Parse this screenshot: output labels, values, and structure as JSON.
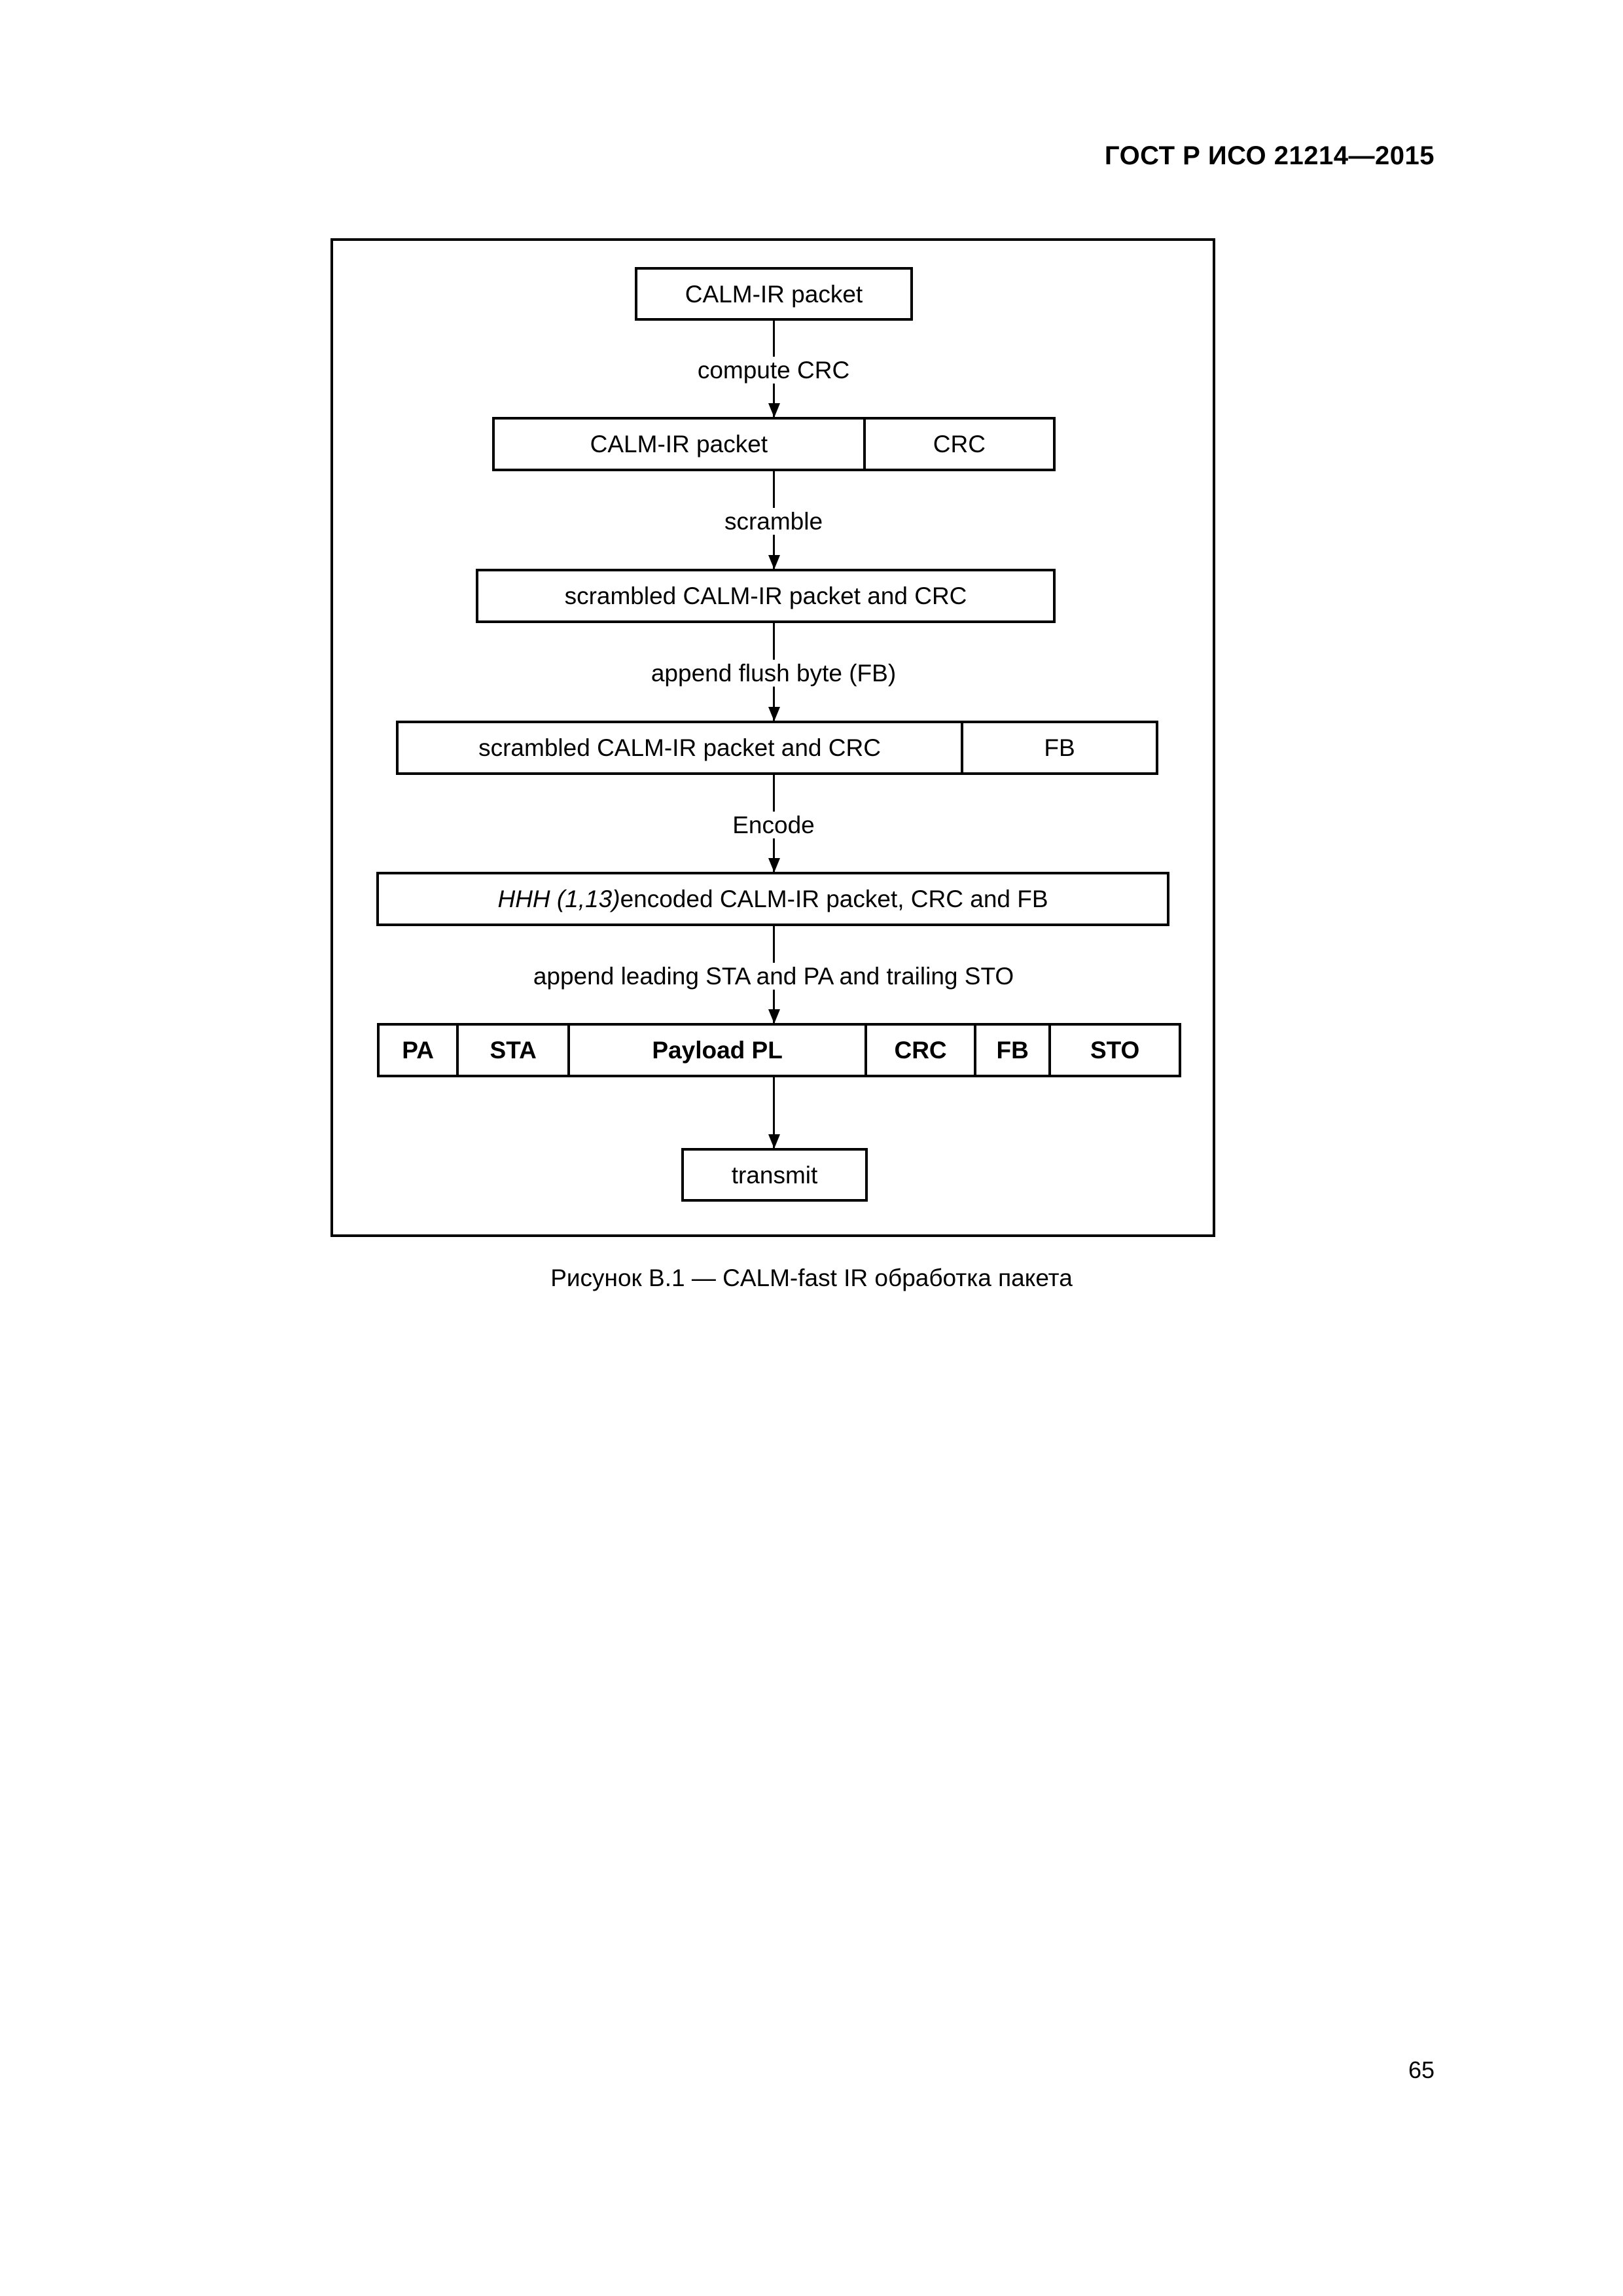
{
  "header": {
    "standard_ref": "ГОСТ Р ИСО 21214—2015"
  },
  "figure": {
    "caption": "Рисунок B.1 — CALM-fast IR обработка пакета",
    "steps": [
      {
        "id": "compute-crc",
        "label": "compute CRC"
      },
      {
        "id": "scramble",
        "label": "scramble"
      },
      {
        "id": "append-fb",
        "label": "append flush byte (FB)"
      },
      {
        "id": "encode",
        "label": "Encode"
      },
      {
        "id": "append-sta-pa",
        "label": "append leading STA and PA and trailing STO"
      }
    ],
    "rows": [
      {
        "id": "row-calm-ir-packet",
        "cells": [
          {
            "text": "CALM-IR packet"
          }
        ]
      },
      {
        "id": "row-packet-crc",
        "cells": [
          {
            "text": "CALM-IR packet"
          },
          {
            "text": "CRC"
          }
        ]
      },
      {
        "id": "row-scrambled",
        "cells": [
          {
            "text": "scrambled CALM-IR packet and CRC"
          }
        ]
      },
      {
        "id": "row-scrambled-fb",
        "cells": [
          {
            "text": "scrambled CALM-IR packet and CRC"
          },
          {
            "text": "FB"
          }
        ]
      },
      {
        "id": "row-encoded",
        "cells": [
          {
            "text_italic": "HHH (1,13)",
            "text_rest": " encoded CALM-IR packet, CRC and FB"
          }
        ]
      },
      {
        "id": "row-frame",
        "cells": [
          {
            "text": "PA"
          },
          {
            "text": "STA"
          },
          {
            "text": "Payload PL"
          },
          {
            "text": "CRC"
          },
          {
            "text": "FB"
          },
          {
            "text": "STO"
          }
        ]
      },
      {
        "id": "row-transmit",
        "cells": [
          {
            "text": "transmit"
          }
        ]
      }
    ]
  },
  "footer": {
    "page_number": "65"
  }
}
